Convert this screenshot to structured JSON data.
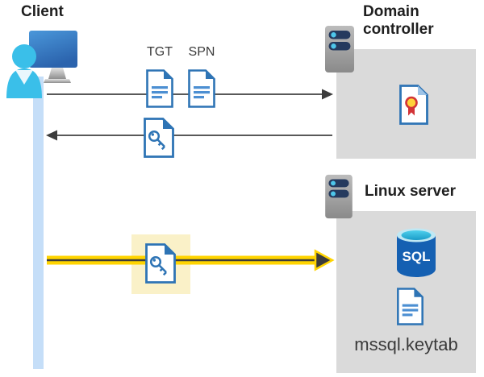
{
  "labels": {
    "client": "Client",
    "domain_controller": "Domain controller",
    "linux_server": "Linux server",
    "tgt": "TGT",
    "spn": "SPN",
    "sql": "SQL",
    "keytab": "mssql.keytab"
  },
  "icons": [
    "client-computer-icon",
    "user-icon",
    "server-icon",
    "certificate-document-icon",
    "text-document-icon",
    "key-document-icon",
    "sql-database-icon",
    "right-arrow",
    "left-arrow",
    "highlighted-yellow-arrow"
  ],
  "colors": {
    "doc_blue": "#2e74b5",
    "doc_line_blue": "#4c8fd2",
    "panel_gray": "#dadada",
    "client_timeline_blue": "#c5def8",
    "arrow_gray": "#595959",
    "arrowhead_dark": "#3c3c3c",
    "highlight_yellow": "#ffd400",
    "highlight_box_cream": "#faf1c8",
    "server_bar_navy": "#253a5e",
    "led_cyan": "#4ec6ea",
    "person_cyan": "#3abfe9",
    "sql_body_blue": "#1560b2",
    "cert_red": "#d23437",
    "cert_yellow": "#ffd23b"
  }
}
